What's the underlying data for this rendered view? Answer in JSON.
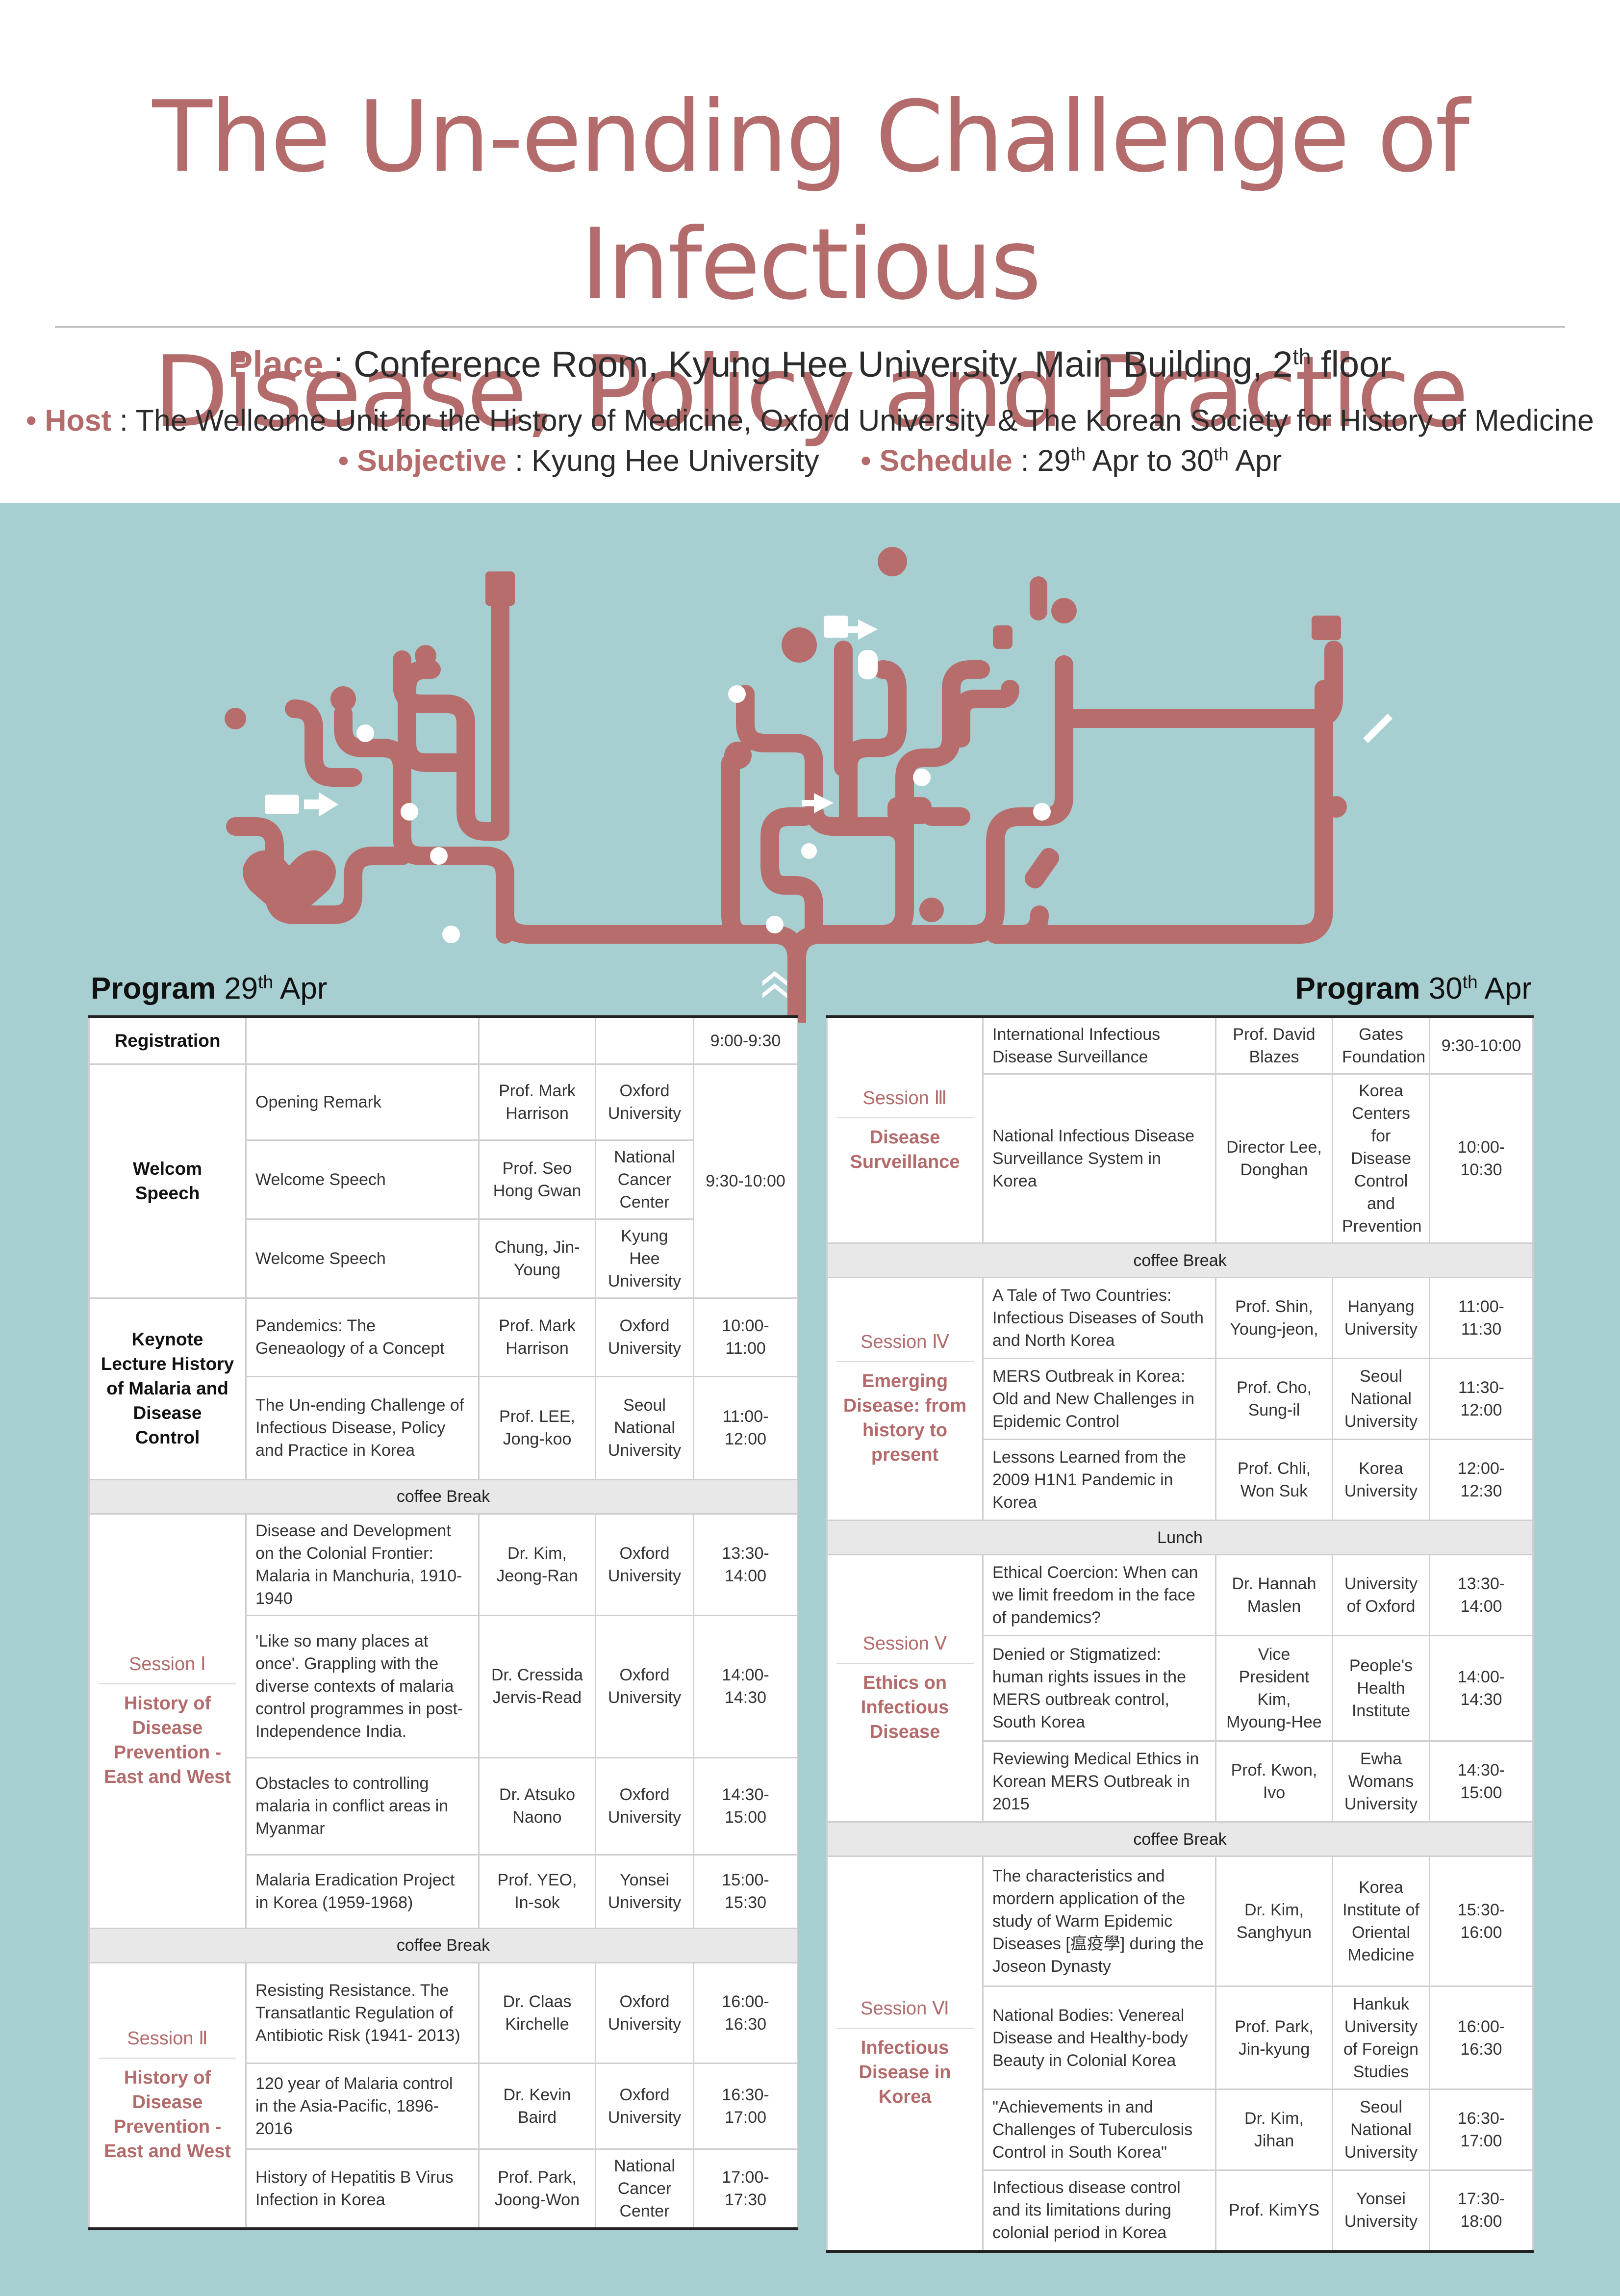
{
  "header": {
    "title_line1": "The Un-ending Challenge of Infectious",
    "title_line2": "Disease, Policy and Practice",
    "place_label": "Place",
    "place_value": " : Conference Room, Kyung Hee University, Main Building, 2",
    "place_sup": "th",
    "place_tail": " floor",
    "host_label": "Host",
    "host_value": " : The Wellcome Unit for the History of Medicine, Oxford University & The Korean Society for History of Medicine",
    "subjective_label": "Subjective",
    "subjective_value": " : Kyung Hee University",
    "schedule_label": "Schedule",
    "schedule_value_a": " : 29",
    "schedule_sup_a": "th",
    "schedule_value_b": " Apr to 30",
    "schedule_sup_b": "th",
    "schedule_value_c": " Apr",
    "bullet": "•"
  },
  "colors": {
    "accent": "#b36b6b",
    "teal": "#a7cfd1",
    "tree": "#b86d6d"
  },
  "day1": {
    "heading": "Program",
    "date": " 29",
    "date_sup": "th",
    "date_tail": " Apr",
    "registration": {
      "label": "Registration",
      "time": "9:00-9:30"
    },
    "welcome": {
      "label": "Welcom Speech",
      "time": "9:30-10:00",
      "rows": [
        {
          "title": "Opening Remark",
          "speaker": "Prof. Mark Harrison",
          "org": "Oxford University"
        },
        {
          "title": "Welcome Speech",
          "speaker": "Prof. Seo Hong Gwan",
          "org": "National Cancer Center"
        },
        {
          "title": "Welcome Speech",
          "speaker": "Chung, Jin-Young",
          "org": "Kyung Hee University"
        }
      ]
    },
    "keynote": {
      "label": "Keynote Lecture History of Malaria and Disease Control",
      "rows": [
        {
          "title": "Pandemics: The Geneaology of a Concept",
          "speaker": "Prof. Mark Harrison",
          "org": "Oxford University",
          "time": "10:00-11:00"
        },
        {
          "title": "The Un-ending Challenge of Infectious Disease, Policy and Practice in Korea",
          "speaker": "Prof. LEE, Jong-koo",
          "org": "Seoul National University",
          "time": "11:00-12:00"
        }
      ]
    },
    "break1": "coffee Break",
    "session1": {
      "label": "Session Ⅰ",
      "title": "History of Disease Prevention - East and West",
      "rows": [
        {
          "title": "Disease and Development on the Colonial Frontier: Malaria in Manchuria, 1910-1940",
          "speaker": "Dr. Kim, Jeong-Ran",
          "org": "Oxford University",
          "time": "13:30-14:00"
        },
        {
          "title": "'Like so many places at once'. Grappling with the diverse contexts of malaria control programmes in post-Independence India.",
          "speaker": "Dr. Cressida Jervis-Read",
          "org": "Oxford University",
          "time": "14:00-14:30"
        },
        {
          "title": "Obstacles to controlling malaria in conflict areas in Myanmar",
          "speaker": "Dr. Atsuko Naono",
          "org": "Oxford University",
          "time": "14:30-15:00"
        },
        {
          "title": " Malaria Eradication Project in Korea (1959-1968)",
          "speaker": "Prof. YEO, In-sok",
          "org": "Yonsei University",
          "time": "15:00-15:30"
        }
      ]
    },
    "break2": "coffee Break",
    "session2": {
      "label": "Session Ⅱ",
      "title": "History of Disease Prevention - East and West",
      "rows": [
        {
          "title": "Resisting Resistance. The Transatlantic Regulation of Antibiotic Risk (1941- 2013)",
          "speaker": "Dr. Claas Kirchelle",
          "org": "Oxford University",
          "time": "16:00-16:30"
        },
        {
          "title": "120 year of Malaria control in the Asia-Pacific, 1896-2016",
          "speaker": "Dr. Kevin Baird",
          "org": "Oxford University",
          "time": "16:30-17:00"
        },
        {
          "title": "History of Hepatitis B Virus Infection in Korea",
          "speaker": "Prof. Park, Joong-Won",
          "org": "National Cancer Center",
          "time": "17:00-17:30"
        }
      ]
    }
  },
  "day2": {
    "heading": "Program",
    "date": " 30",
    "date_sup": "th",
    "date_tail": " Apr",
    "session3": {
      "label": "Session Ⅲ",
      "title": "Disease Surveillance",
      "rows": [
        {
          "title": "International Infectious Disease Surveillance",
          "speaker": "Prof. David Blazes",
          "org": "Gates Foundation",
          "time": "9:30-10:00"
        },
        {
          "title": "National Infectious Disease Surveillance System in Korea",
          "speaker": "Director Lee, Donghan",
          "org": "Korea Centers for Disease Control and Prevention",
          "time": "10:00-10:30"
        }
      ]
    },
    "break1": "coffee Break",
    "session4": {
      "label": "Session Ⅳ",
      "title": "Emerging Disease: from history to present",
      "rows": [
        {
          "title": "A Tale of Two Countries: Infectious Diseases of South and North Korea",
          "speaker": "Prof. Shin, Young-jeon,",
          "org": "Hanyang University",
          "time": "11:00-11:30"
        },
        {
          "title": "MERS Outbreak in Korea: Old and New Challenges in Epidemic Control",
          "speaker": "Prof. Cho, Sung-il",
          "org": "Seoul National University",
          "time": "11:30-12:00"
        },
        {
          "title": "Lessons Learned from the 2009 H1N1 Pandemic in Korea",
          "speaker": "Prof. Chli, Won Suk",
          "org": "Korea University",
          "time": "12:00-12:30"
        }
      ]
    },
    "lunch": "Lunch",
    "session5": {
      "label": "Session Ⅴ",
      "title": "Ethics on Infectious Disease",
      "rows": [
        {
          "title": "Ethical Coercion: When can we limit freedom in the face of pandemics?",
          "speaker": "Dr. Hannah Maslen",
          "org": "University of Oxford",
          "time": "13:30-14:00"
        },
        {
          "title": "Denied or Stigmatized: human rights issues in the MERS outbreak control, South Korea",
          "speaker": "Vice President Kim, Myoung-Hee",
          "org": "People's Health Institute",
          "time": "14:00-14:30"
        },
        {
          "title": "Reviewing Medical Ethics in Korean MERS Outbreak in 2015",
          "speaker": "Prof. Kwon, Ivo",
          "org": "Ewha Womans University",
          "time": "14:30-15:00"
        }
      ]
    },
    "break2": "coffee Break",
    "session6": {
      "label": "Session Ⅵ",
      "title": "Infectious Disease in Korea",
      "rows": [
        {
          "title": "The characteristics and mordern application of the study of Warm Epidemic Diseases [瘟疫學] during the Joseon Dynasty",
          "speaker": "Dr. Kim, Sanghyun",
          "org": "Korea Institute of Oriental Medicine",
          "time": "15:30-16:00"
        },
        {
          "title": "National Bodies: Venereal Disease and Healthy-body Beauty in Colonial Korea",
          "speaker": "Prof. Park, Jin-kyung",
          "org": "Hankuk University of Foreign Studies",
          "time": "16:00-16:30"
        },
        {
          "title": "\"Achievements in and Challenges of Tuberculosis Control in South Korea\"",
          "speaker": "Dr. Kim, Jihan",
          "org": "Seoul National University",
          "time": "16:30-17:00"
        },
        {
          "title": "Infectious disease control and its limitations during colonial period in Korea",
          "speaker": "Prof. KimYS",
          "org": "Yonsei University",
          "time": "17:30-18:00"
        }
      ]
    }
  }
}
